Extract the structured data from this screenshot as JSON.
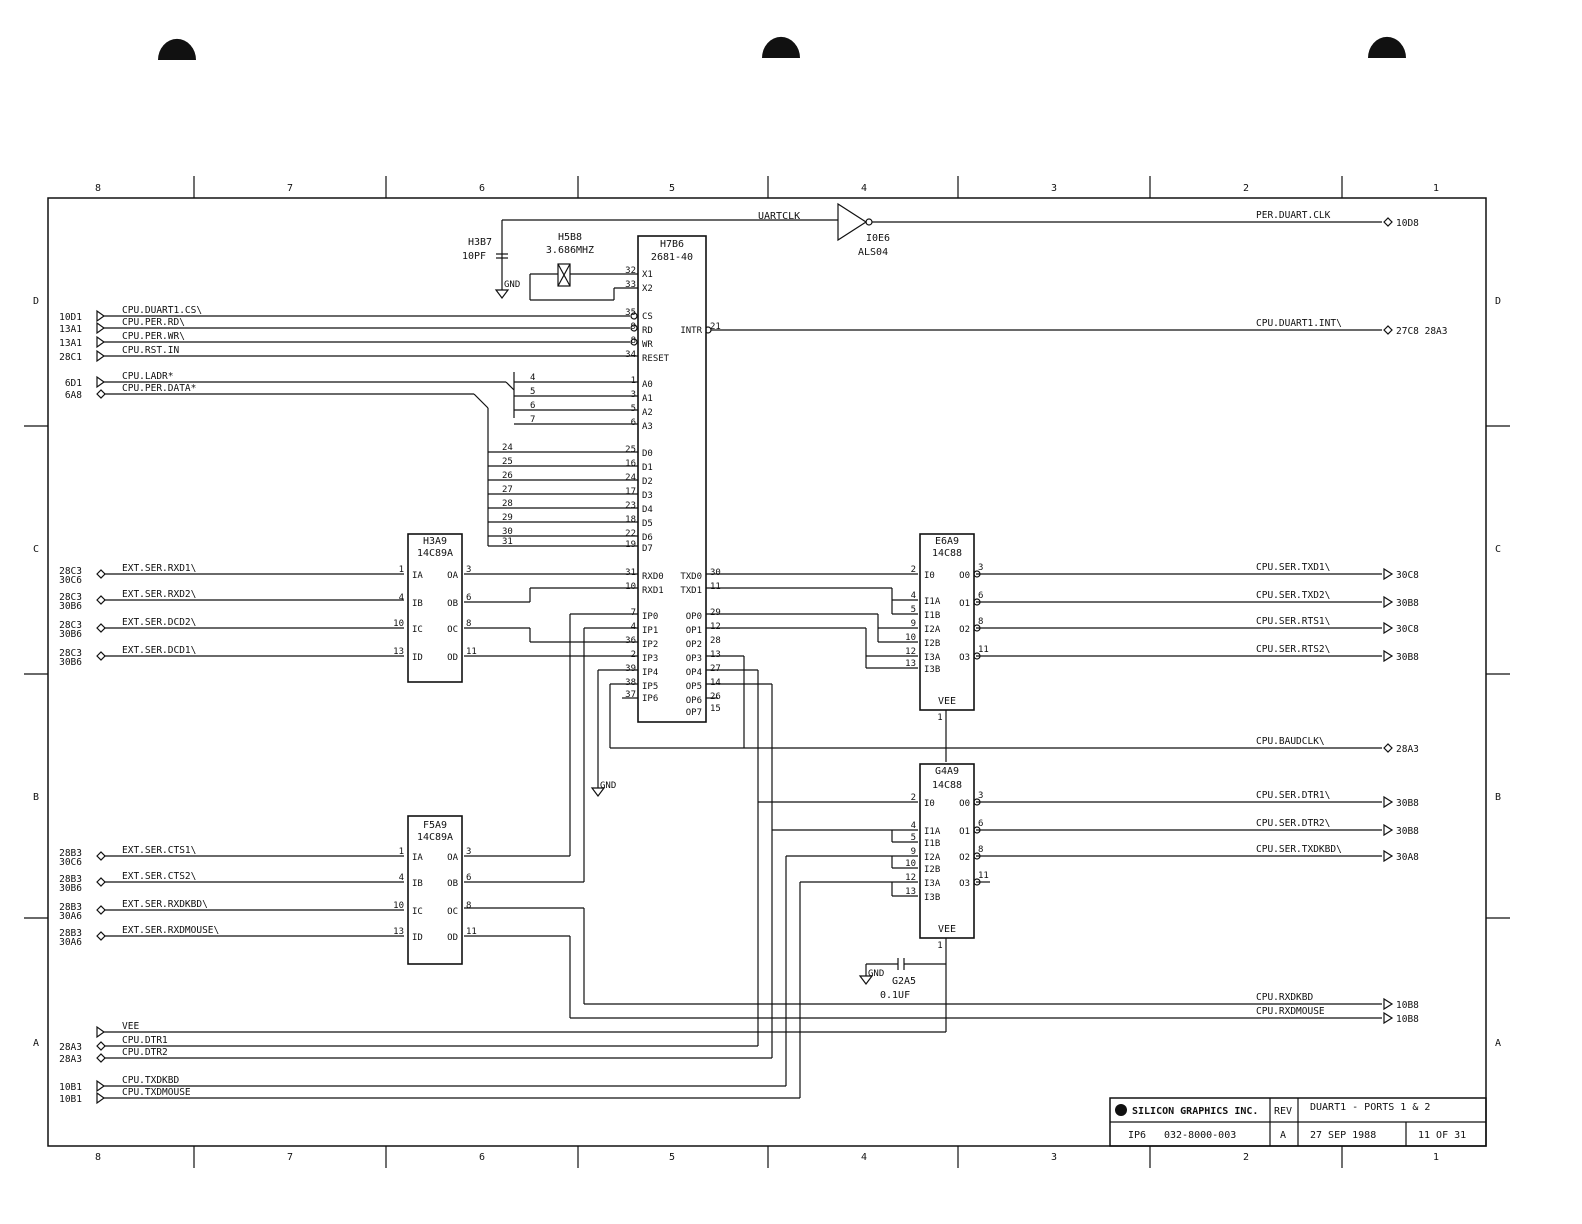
{
  "zones": {
    "columns": [
      "8",
      "7",
      "6",
      "5",
      "4",
      "3",
      "2",
      "1"
    ],
    "rows": [
      "D",
      "C",
      "B",
      "A"
    ]
  },
  "components": {
    "h7b6": {
      "ref": "H7B6",
      "part": "2681-40"
    },
    "h3a9": {
      "ref": "H3A9",
      "part": "14C89A"
    },
    "f5a9": {
      "ref": "F5A9",
      "part": "14C89A"
    },
    "e6a9": {
      "ref": "E6A9",
      "part": "14C88",
      "vee": "VEE",
      "vee_pin": "1"
    },
    "g4a9": {
      "ref": "G4A9",
      "part": "14C88",
      "vee": "VEE",
      "vee_pin": "1"
    },
    "h5b8": {
      "ref": "H5B8",
      "value": "3.686MHZ"
    },
    "h3b7": {
      "ref": "H3B7",
      "value": "10PF"
    },
    "g2a5": {
      "ref": "G2A5",
      "value": "0.1UF"
    },
    "i0e6": {
      "ref": "I0E6",
      "part": "ALS04"
    },
    "gnd": "GND"
  },
  "uart_pins_left": [
    {
      "num": "32",
      "name": "X1"
    },
    {
      "num": "33",
      "name": "X2"
    },
    {
      "num": "35",
      "name": "CS"
    },
    {
      "num": "9",
      "name": "RD"
    },
    {
      "num": "8",
      "name": "WR"
    },
    {
      "num": "34",
      "name": "RESET"
    },
    {
      "num": "1",
      "name": "A0"
    },
    {
      "num": "3",
      "name": "A1"
    },
    {
      "num": "5",
      "name": "A2"
    },
    {
      "num": "6",
      "name": "A3"
    },
    {
      "num": "25",
      "name": "D0"
    },
    {
      "num": "16",
      "name": "D1"
    },
    {
      "num": "24",
      "name": "D2"
    },
    {
      "num": "17",
      "name": "D3"
    },
    {
      "num": "23",
      "name": "D4"
    },
    {
      "num": "18",
      "name": "D5"
    },
    {
      "num": "22",
      "name": "D6"
    },
    {
      "num": "19",
      "name": "D7"
    },
    {
      "num": "31",
      "name": "RXD0"
    },
    {
      "num": "10",
      "name": "RXD1"
    },
    {
      "num": "7",
      "name": "IP0"
    },
    {
      "num": "4",
      "name": "IP1"
    },
    {
      "num": "36",
      "name": "IP2"
    },
    {
      "num": "2",
      "name": "IP3"
    },
    {
      "num": "39",
      "name": "IP4"
    },
    {
      "num": "38",
      "name": "IP5"
    },
    {
      "num": "37",
      "name": "IP6"
    }
  ],
  "uart_pins_right": [
    {
      "num": "21",
      "name": "INTR"
    },
    {
      "num": "30",
      "name": "TXD0"
    },
    {
      "num": "11",
      "name": "TXD1"
    },
    {
      "num": "29",
      "name": "OP0"
    },
    {
      "num": "12",
      "name": "OP1"
    },
    {
      "num": "28",
      "name": "OP2"
    },
    {
      "num": "13",
      "name": "OP3"
    },
    {
      "num": "27",
      "name": "OP4"
    },
    {
      "num": "14",
      "name": "OP5"
    },
    {
      "num": "26",
      "name": "OP6"
    },
    {
      "num": "15",
      "name": "OP7"
    }
  ],
  "addr_bus_nums": [
    "4",
    "5",
    "6",
    "7"
  ],
  "data_bus_nums": [
    "24",
    "25",
    "26",
    "27",
    "28",
    "29",
    "30",
    "31"
  ],
  "receiver_pins": {
    "left": [
      {
        "num": "1",
        "name": "IA"
      },
      {
        "num": "4",
        "name": "IB"
      },
      {
        "num": "10",
        "name": "IC"
      },
      {
        "num": "13",
        "name": "ID"
      }
    ],
    "right": [
      {
        "num": "3",
        "name": "OA"
      },
      {
        "num": "6",
        "name": "OB"
      },
      {
        "num": "8",
        "name": "OC"
      },
      {
        "num": "11",
        "name": "OD"
      }
    ]
  },
  "driver_pins": {
    "left": [
      {
        "num": "2",
        "name": "I0"
      },
      {
        "num": "4",
        "name": "I1A"
      },
      {
        "num": "5",
        "name": "I1B"
      },
      {
        "num": "9",
        "name": "I2A"
      },
      {
        "num": "10",
        "name": "I2B"
      },
      {
        "num": "12",
        "name": "I3A"
      },
      {
        "num": "13",
        "name": "I3B"
      }
    ],
    "right": [
      {
        "num": "3",
        "name": "O0"
      },
      {
        "num": "6",
        "name": "O1"
      },
      {
        "num": "8",
        "name": "O2"
      },
      {
        "num": "11",
        "name": "O3"
      }
    ]
  },
  "left_signals": [
    {
      "ref": "10D1",
      "ref2": "",
      "name": "CPU.DUART1.CS\\"
    },
    {
      "ref": "13A1",
      "ref2": "",
      "name": "CPU.PER.RD\\"
    },
    {
      "ref": "13A1",
      "ref2": "",
      "name": "CPU.PER.WR\\"
    },
    {
      "ref": "28C1",
      "ref2": "",
      "name": "CPU.RST.IN"
    },
    {
      "ref": "6D1",
      "ref2": "",
      "name": "CPU.LADR*"
    },
    {
      "ref": "6A8",
      "ref2": "",
      "name": "CPU.PER.DATA*"
    },
    {
      "ref": "28C3",
      "ref2": "30C6",
      "name": "EXT.SER.RXD1\\"
    },
    {
      "ref": "28C3",
      "ref2": "30B6",
      "name": "EXT.SER.RXD2\\"
    },
    {
      "ref": "28C3",
      "ref2": "30B6",
      "name": "EXT.SER.DCD2\\"
    },
    {
      "ref": "28C3",
      "ref2": "30B6",
      "name": "EXT.SER.DCD1\\"
    },
    {
      "ref": "28B3",
      "ref2": "30C6",
      "name": "EXT.SER.CTS1\\"
    },
    {
      "ref": "28B3",
      "ref2": "30B6",
      "name": "EXT.SER.CTS2\\"
    },
    {
      "ref": "28B3",
      "ref2": "30A6",
      "name": "EXT.SER.RXDKBD\\"
    },
    {
      "ref": "28B3",
      "ref2": "30A6",
      "name": "EXT.SER.RXDMOUSE\\"
    },
    {
      "ref": "",
      "ref2": "",
      "name": "VEE"
    },
    {
      "ref": "28A3",
      "ref2": "",
      "name": "CPU.DTR1"
    },
    {
      "ref": "28A3",
      "ref2": "",
      "name": "CPU.DTR2"
    },
    {
      "ref": "10B1",
      "ref2": "",
      "name": "CPU.TXDKBD"
    },
    {
      "ref": "10B1",
      "ref2": "",
      "name": "CPU.TXDMOUSE"
    }
  ],
  "right_signals": [
    {
      "name": "PER.DUART.CLK",
      "ref": "10D8"
    },
    {
      "name": "CPU.DUART1.INT\\",
      "ref": "27C8 28A3"
    },
    {
      "name": "CPU.SER.TXD1\\",
      "ref": "30C8"
    },
    {
      "name": "CPU.SER.TXD2\\",
      "ref": "30B8"
    },
    {
      "name": "CPU.SER.RTS1\\",
      "ref": "30C8"
    },
    {
      "name": "CPU.SER.RTS2\\",
      "ref": "30B8"
    },
    {
      "name": "CPU.BAUDCLK\\",
      "ref": "28A3"
    },
    {
      "name": "CPU.SER.DTR1\\",
      "ref": "30B8"
    },
    {
      "name": "CPU.SER.DTR2\\",
      "ref": "30B8"
    },
    {
      "name": "CPU.SER.TXDKBD\\",
      "ref": "30A8"
    },
    {
      "name": "CPU.RXDKBD",
      "ref": "10B8"
    },
    {
      "name": "CPU.RXDMOUSE",
      "ref": "10B8"
    }
  ],
  "net_uartclk": "UARTCLK",
  "title_block": {
    "company": "SILICON GRAPHICS INC.",
    "rev_label": "REV",
    "title": "DUART1 - PORTS 1 & 2",
    "board": "IP6",
    "dwg_no": "032-8000-003",
    "rev": "A",
    "date": "27 SEP 1988",
    "sheet": "11 OF 31"
  }
}
